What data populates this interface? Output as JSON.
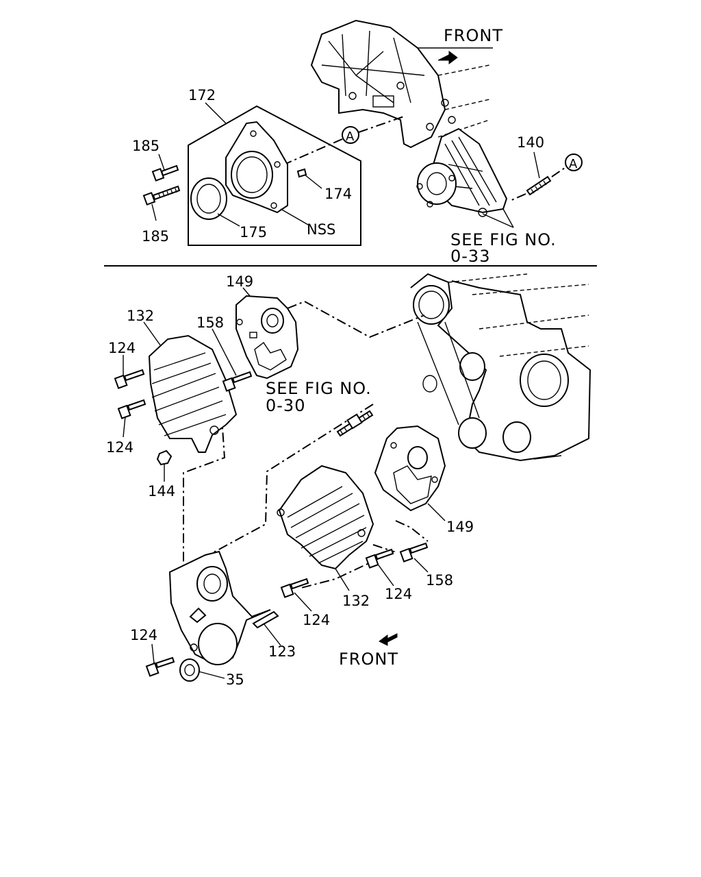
{
  "top": {
    "front_label": "FRONT",
    "callout_a": "A",
    "callout_a_2": "A",
    "see_fig_line1": "SEE FIG NO.",
    "see_fig_line2": "0-33",
    "parts": {
      "p172": "172",
      "p185_top": "185",
      "p185_bottom": "185",
      "p174": "174",
      "p175": "175",
      "nss": "NSS",
      "p140": "140"
    }
  },
  "bottom": {
    "front_label": "FRONT",
    "see_fig_line1": "SEE FIG NO.",
    "see_fig_line2": "0-30",
    "parts": {
      "p149_top": "149",
      "p132_left": "132",
      "p158_upper": "158",
      "p124_a": "124",
      "p124_b": "124",
      "p144": "144",
      "p149_right": "149",
      "p158_lower": "158",
      "p124_c": "124",
      "p132_center": "132",
      "p124_d": "124",
      "p124_e": "124",
      "p123": "123",
      "p35": "35"
    }
  }
}
